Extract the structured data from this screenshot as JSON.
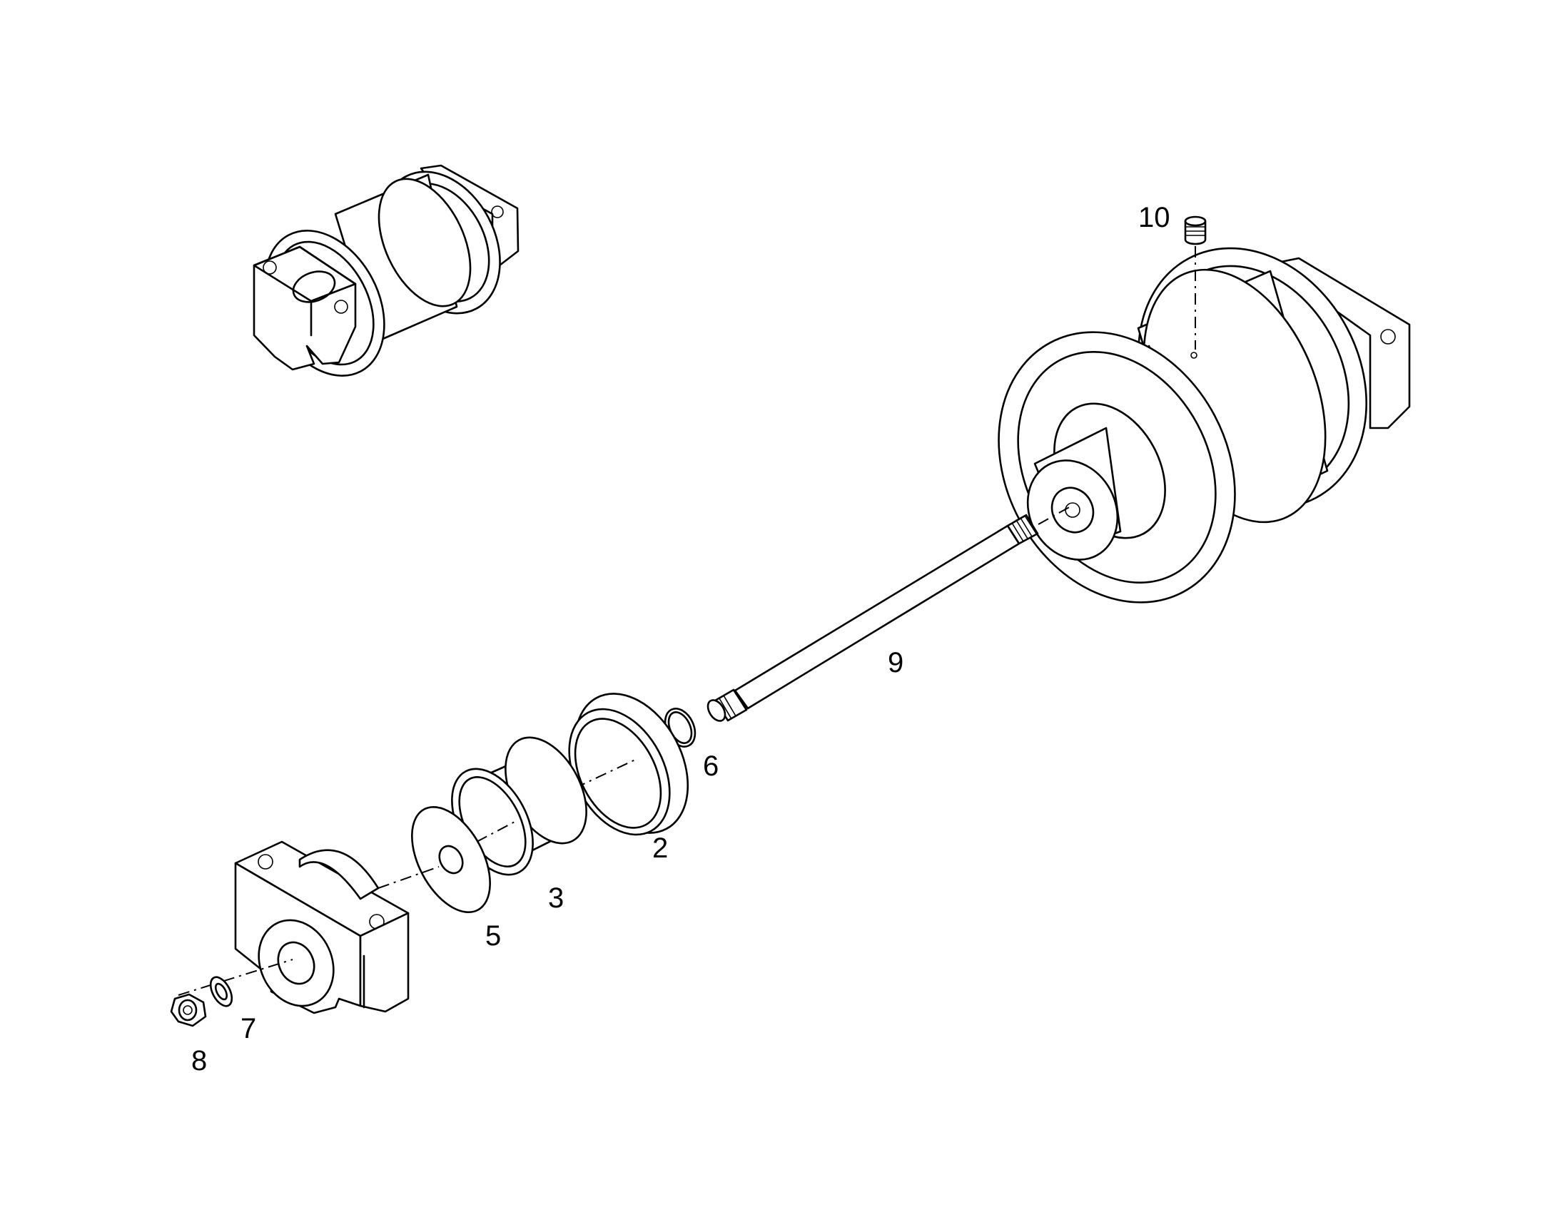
{
  "diagram": {
    "part_labels": {
      "p2": "2",
      "p3": "3",
      "p5": "5",
      "p6": "6",
      "p7": "7",
      "p8": "8",
      "p9": "9",
      "p10": "10"
    }
  }
}
